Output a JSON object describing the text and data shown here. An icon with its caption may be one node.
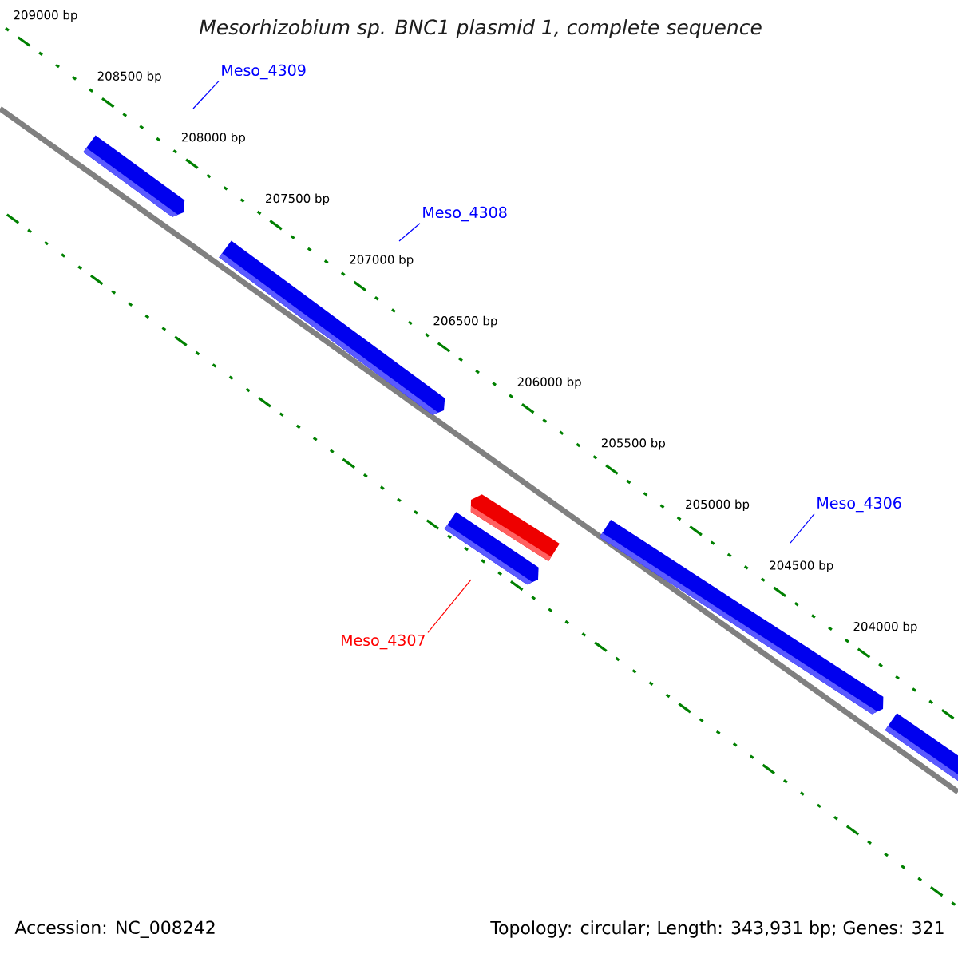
{
  "diagram": {
    "title": "Mesorhizobium sp. BNC1 plasmid 1, complete sequence",
    "nodes": [
      {
        "text": [
          "Meso_4309"
        ]
      },
      {
        "text": [
          "Meso_4308"
        ]
      },
      {
        "text": [
          "Meso_4306"
        ]
      },
      {
        "text": [
          "Meso_4307"
        ]
      }
    ],
    "edges": [
      {
        "from": 0,
        "to": null,
        "arrow": "none"
      },
      {
        "from": 1,
        "to": null,
        "arrow": "none"
      },
      {
        "from": 2,
        "to": null,
        "arrow": "none"
      },
      {
        "from": 3,
        "to": null,
        "arrow": "none",
        "color": "#ff0000"
      }
    ],
    "labels": [
      "209000 bp",
      "208500 bp",
      "208000 bp",
      "207500 bp",
      "207000 bp",
      "206500 bp",
      "206000 bp",
      "205500 bp",
      "205000 bp",
      "204500 bp",
      "204000 bp",
      "Accession: NC_008242",
      "Topology: circular; Length: 343,931 bp; Genes: 321"
    ]
  }
}
